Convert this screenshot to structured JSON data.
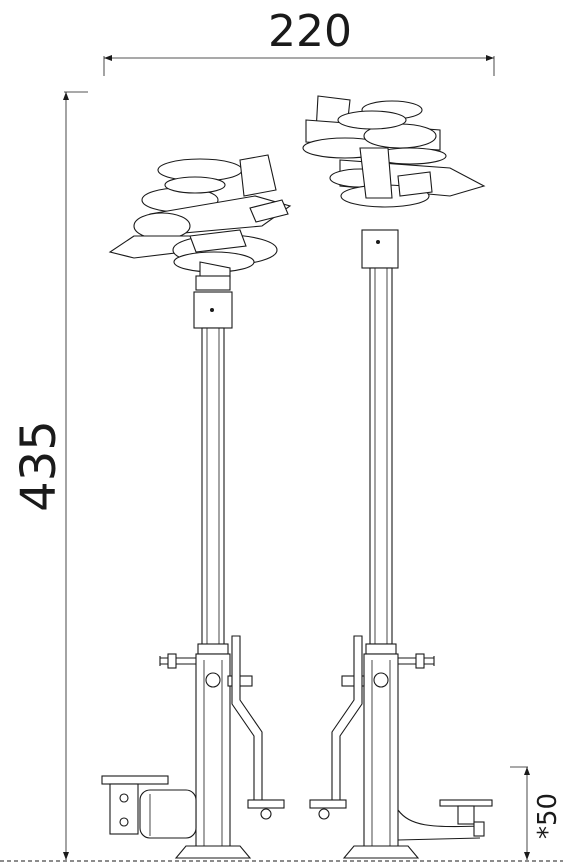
{
  "dimensions": {
    "width_label": "220",
    "height_label": "435",
    "depth_label": "*50"
  },
  "colors": {
    "line": "#1a1a1a",
    "background": "#ffffff"
  }
}
